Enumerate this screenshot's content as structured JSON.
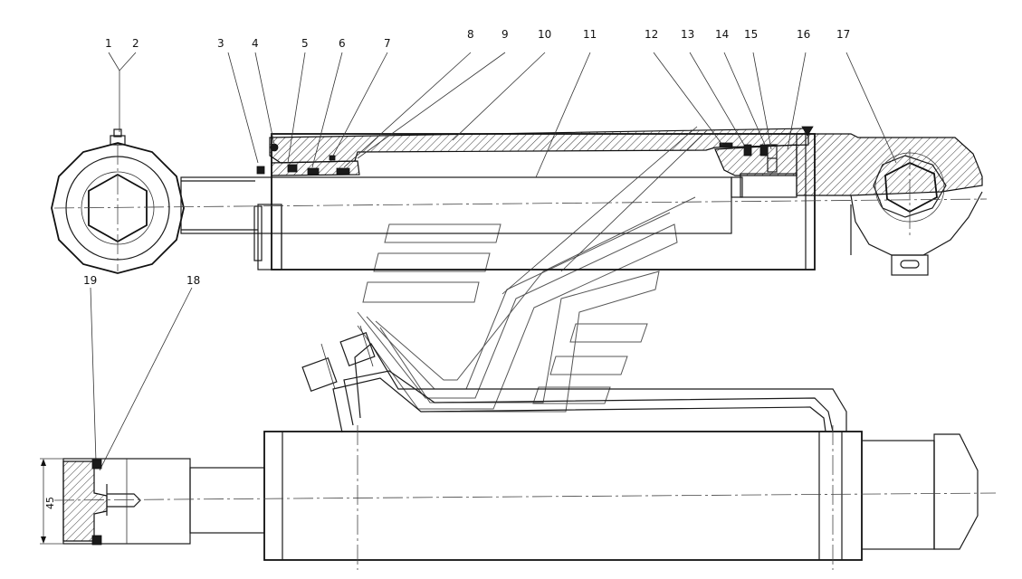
{
  "callouts": [
    "1",
    "2",
    "3",
    "4",
    "5",
    "6",
    "7",
    "8",
    "9",
    "10",
    "11",
    "12",
    "13",
    "14",
    "15",
    "16",
    "17",
    "18",
    "19"
  ],
  "dimension": "45"
}
